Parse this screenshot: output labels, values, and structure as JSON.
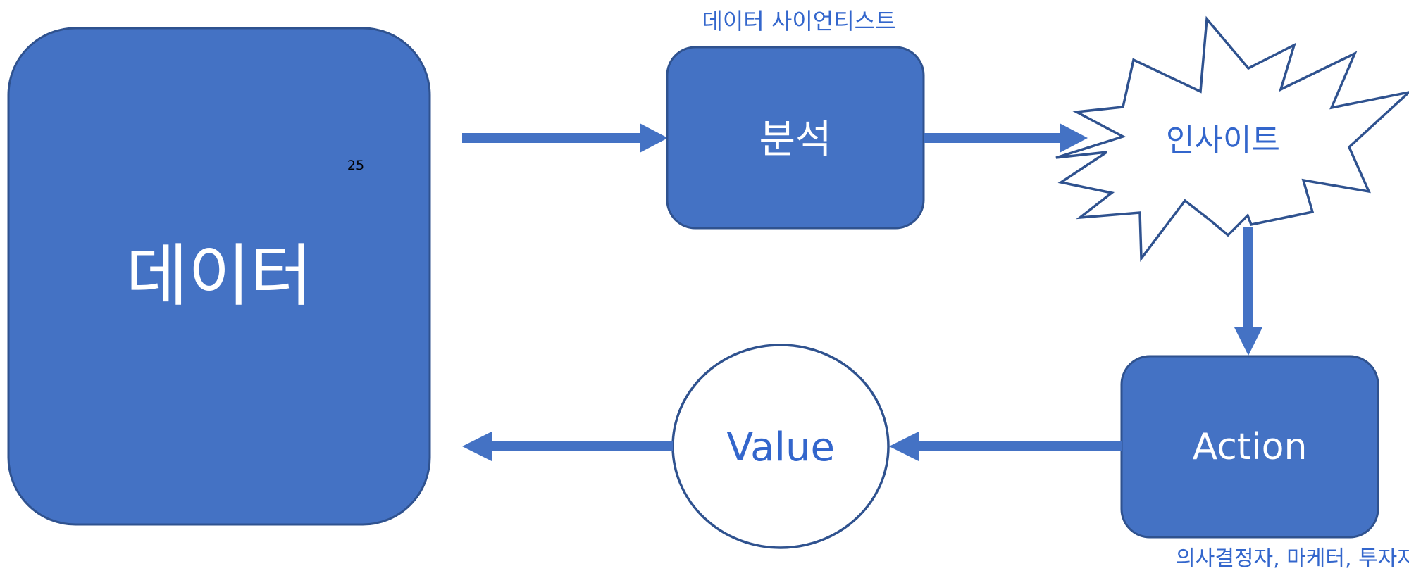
{
  "nodes": {
    "data": {
      "label": "데이터",
      "note": "25"
    },
    "analysis": {
      "label": "분석",
      "role": "데이터 사이언티스트"
    },
    "insight": {
      "label": "인사이트"
    },
    "action": {
      "label": "Action",
      "role": "의사결정자, 마케터, 투자자"
    },
    "value": {
      "label": "Value"
    }
  },
  "colors": {
    "node_fill": "#4472C4",
    "node_stroke": "#2F528F",
    "label_blue": "#3366CC",
    "arrow": "#4472C4"
  }
}
